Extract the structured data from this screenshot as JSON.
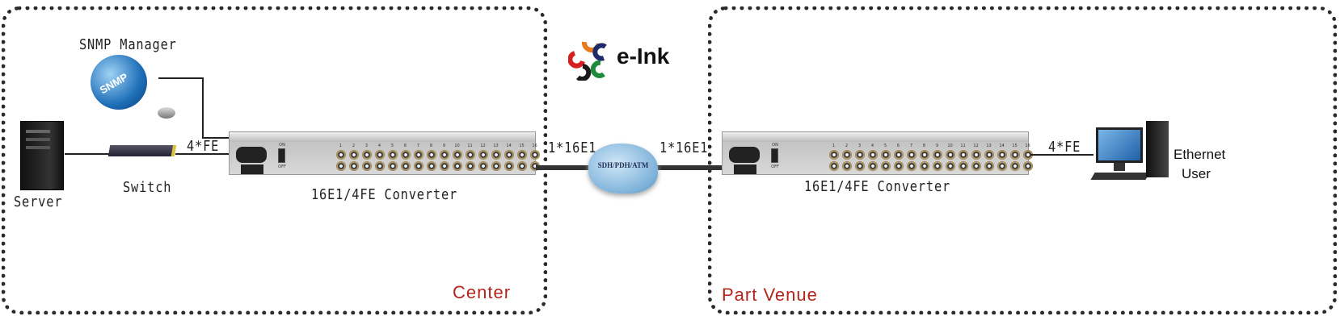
{
  "logo": {
    "text": "e-Ink",
    "colors": [
      "#e77b1b",
      "#1f2a6b",
      "#d62020",
      "#1a1a1a",
      "#1f8a3a"
    ]
  },
  "zones": {
    "left": "Center",
    "right": "Part Venue"
  },
  "devices": {
    "snmp": "SNMP Manager",
    "snmp_globe": "SNMP",
    "server": "Server",
    "switch": "Switch",
    "converter_left": "16E1/4FE Converter",
    "converter_right": "16E1/4FE Converter",
    "cloud": "SDH/PDH/ATM",
    "user_line1": "Ethernet",
    "user_line2": "User"
  },
  "links": {
    "left_fe": "4*FE",
    "left_e1": "1*16E1",
    "right_e1": "1*16E1",
    "right_fe": "4*FE"
  },
  "converter": {
    "switch_on": "ON",
    "switch_off": "OFF",
    "ports": [
      "1",
      "2",
      "3",
      "4",
      "5",
      "6",
      "7",
      "8",
      "9",
      "10",
      "11",
      "12",
      "13",
      "14",
      "15",
      "16"
    ]
  },
  "accent_color": "#b3261e"
}
